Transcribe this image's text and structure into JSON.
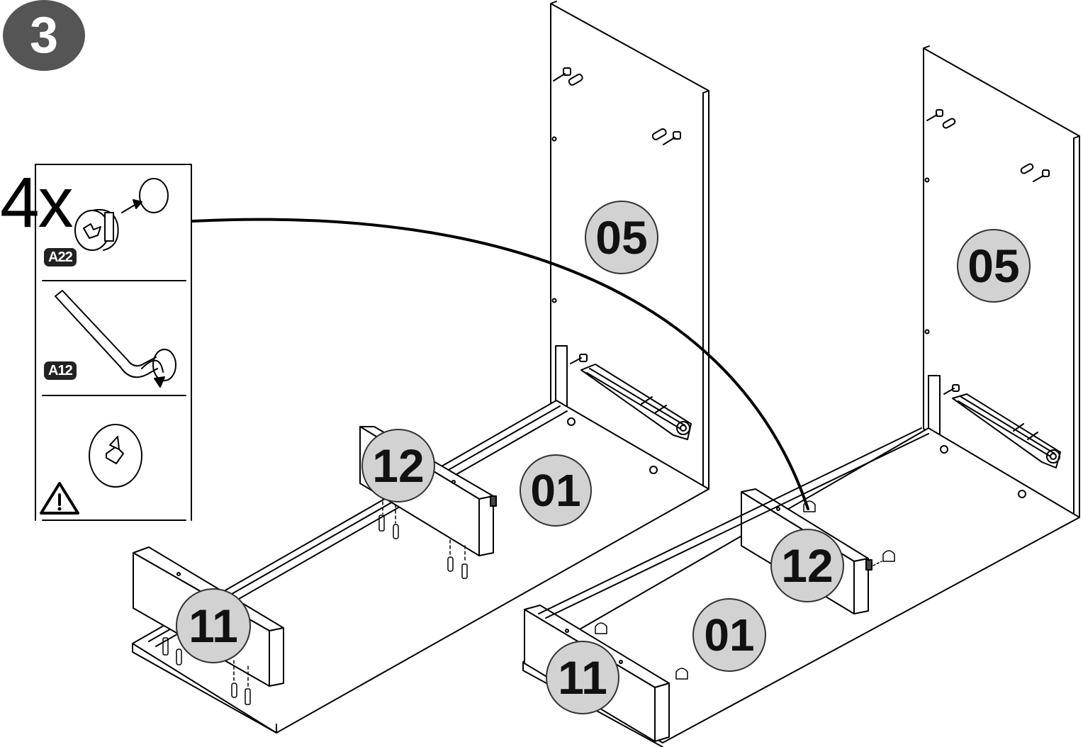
{
  "step": {
    "number": "3"
  },
  "hardware_panel": {
    "quantity": "4x",
    "fitting_code": "A22",
    "tool_code": "A12",
    "warning_icon": "warning-triangle-icon"
  },
  "left_assembly": {
    "side_panel": "05",
    "base_panel": "01",
    "rear_divider": "12",
    "front_divider": "11"
  },
  "right_assembly": {
    "side_panel": "05",
    "base_panel": "01",
    "rear_divider": "12",
    "front_divider": "11"
  },
  "colors": {
    "badge": "#555555",
    "label_fill": "#d2d2d2",
    "line": "#000000"
  }
}
